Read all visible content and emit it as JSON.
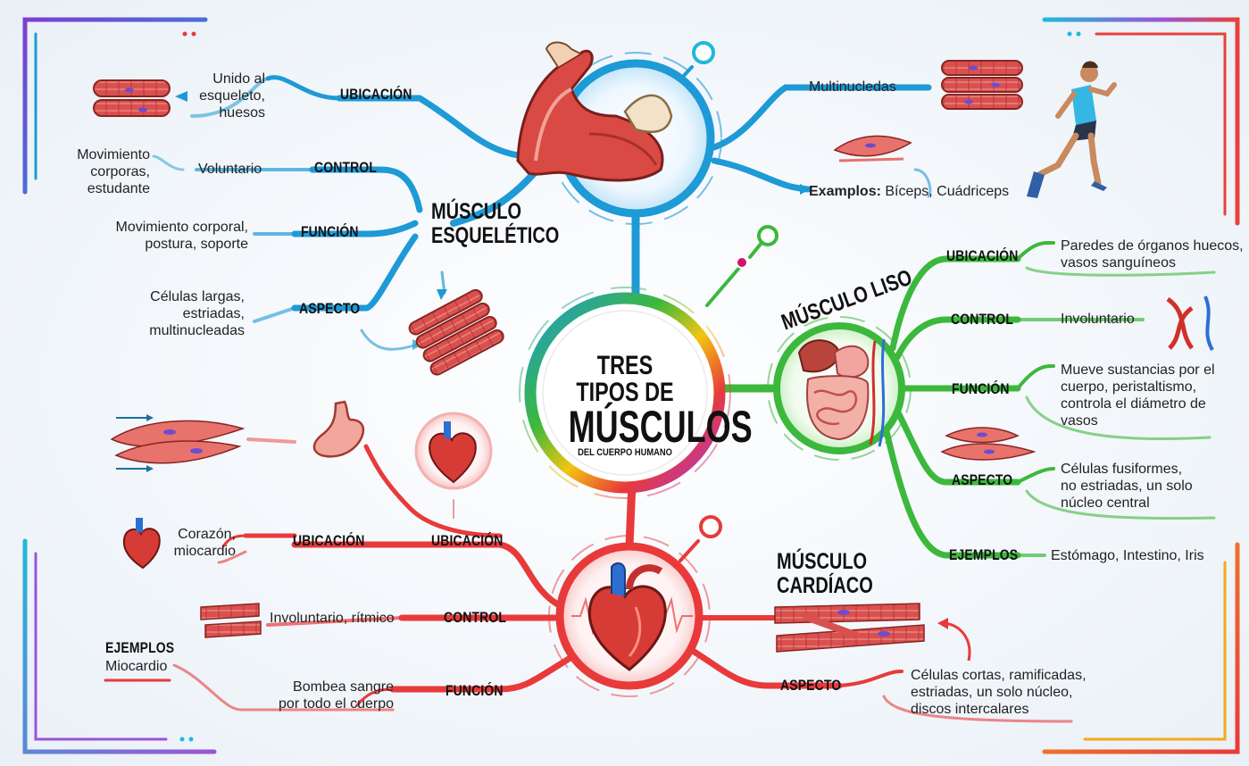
{
  "center": {
    "line1": "TRES TIPOS DE",
    "line2": "MÚSCULOS",
    "line3": "DEL CUERPO HUMANO"
  },
  "skeletal": {
    "title_line1": "MÚSCULO",
    "title_line2": "ESQUELÉTICO",
    "ubicacion": {
      "label": "UBICACIÓN",
      "l1": "Unido al",
      "l2": "esqueleto,",
      "l3": "huesos"
    },
    "control": {
      "label": "CONTROL",
      "value": "Voluntario",
      "extra1": "Movimiento",
      "extra2": "corporas,",
      "extra3": "estudante"
    },
    "funcion": {
      "label": "FUNCIÓN",
      "l1": "Movimiento corporal,",
      "l2": "postura, soporte"
    },
    "aspecto": {
      "label": "ASPECTO",
      "l1": "Células largas,",
      "l2": "estriadas,",
      "l3": "multinucleadas"
    },
    "right_top": "Multinucledas",
    "examples_label": "Examplos:",
    "examples_value": "Bíceps, Cuádriceps"
  },
  "smooth": {
    "title": "MÚSCULO LISO",
    "ubicacion": {
      "label": "UBICACIÓN",
      "l1": "Paredes de órganos huecos,",
      "l2": "vasos sanguíneos"
    },
    "control": {
      "label": "CONTROL",
      "value": "Involuntario"
    },
    "funcion": {
      "label": "FUNCIÓN",
      "l1": "Mueve sustancias por el",
      "l2": "cuerpo, peristaltismo,",
      "l3": "controla el diámetro de",
      "l4": "vasos"
    },
    "aspecto": {
      "label": "ASPECTO",
      "l1": "Células fusiformes,",
      "l2": "no estriadas, un solo",
      "l3": "núcleo central"
    },
    "ejemplos": {
      "label": "EJEMPLOS",
      "value": "Estómago, Intestino, Iris"
    }
  },
  "cardiac": {
    "title_line1": "MÚSCULO",
    "title_line2": "CARDÍACO",
    "ubicacion_top": {
      "label": "UBICACIÓN"
    },
    "ubicacion": {
      "label": "UBICACIÓN",
      "l1": "Corazón,",
      "l2": "miocardio"
    },
    "control": {
      "label": "CONTROL",
      "value": "Involuntario, rítmico"
    },
    "funcion": {
      "label": "FUNCIÓN",
      "l1": "Bombea sangre",
      "l2": "por todo el cuerpo"
    },
    "ejemplos": {
      "label": "EJEMPLOS",
      "value": "Miocardio"
    },
    "aspecto": {
      "label": "ASPECTO",
      "l1": "Células cortas, ramificadas,",
      "l2": "estriadas, un solo núcleo,",
      "l3": "discos intercalares"
    }
  },
  "colors": {
    "blue": "#1e9ad6",
    "green": "#3cb83c",
    "red": "#e83a3a"
  },
  "icons": [
    "arm-muscle-icon",
    "digestive-organs-icon",
    "heart-icon",
    "runner-icon",
    "muscle-fiber-icon",
    "blood-vessel-icon",
    "stomach-icon"
  ]
}
